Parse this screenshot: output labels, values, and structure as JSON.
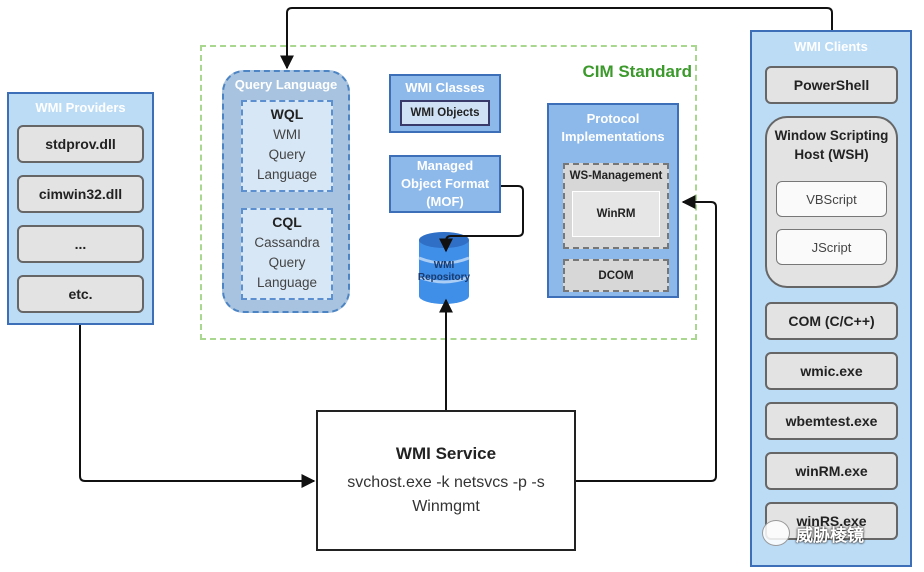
{
  "providers": {
    "title": "WMI Providers",
    "items": [
      "stdprov.dll",
      "cimwin32.dll",
      "...",
      "etc."
    ]
  },
  "cim": {
    "title": "CIM Standard",
    "query_language": {
      "title": "Query Language",
      "wql": {
        "name": "WQL",
        "desc": "WMI\nQuery\nLanguage"
      },
      "cql": {
        "name": "CQL",
        "desc": "Cassandra\nQuery\nLanguage"
      }
    },
    "wmi_classes": {
      "title": "WMI Classes",
      "objects": "WMI Objects"
    },
    "mof": "Managed\nObject Format\n(MOF)",
    "repository": "WMI\nRepository",
    "protocol": {
      "title": "Protocol\nImplementations",
      "ws_management": "WS-Management",
      "winrm": "WinRM",
      "dcom": "DCOM"
    }
  },
  "service": {
    "title": "WMI Service",
    "cmd": "svchost.exe -k netsvcs -p -s\nWinmgmt"
  },
  "clients": {
    "title": "WMI Clients",
    "powershell": "PowerShell",
    "wsh": {
      "title": "Window Scripting\nHost (WSH)",
      "items": [
        "VBScript",
        "JScript"
      ]
    },
    "tools": [
      "COM (C/C++)",
      "wmic.exe",
      "wbemtest.exe",
      "winRM.exe",
      "winRS.exe"
    ]
  },
  "watermark": "威胁棱镜"
}
